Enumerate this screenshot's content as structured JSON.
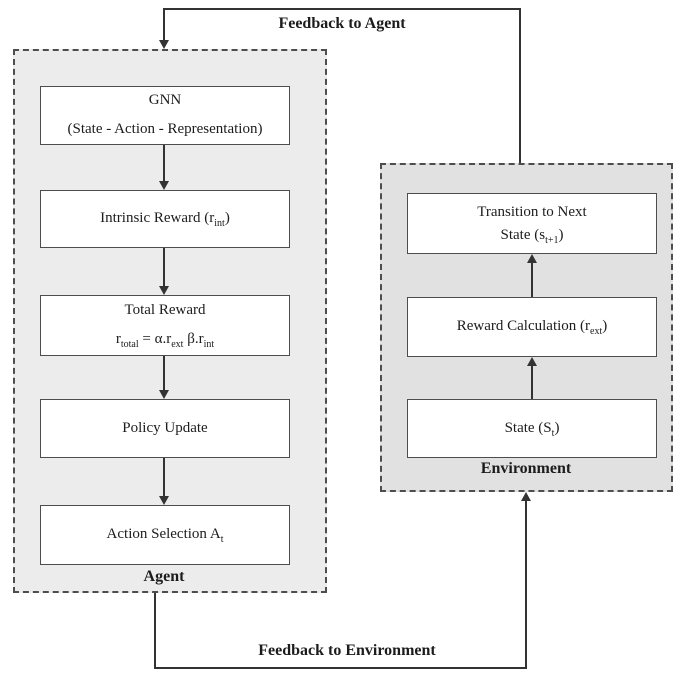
{
  "colors": {
    "line": "#333333",
    "agent_fill": "#ececec",
    "env_fill": "#e1e1e1",
    "box_border": "#4d4d4d",
    "text": "#1c1c1c"
  },
  "feedback": {
    "top_label": "Feedback to Agent",
    "bottom_label": "Feedback to Environment"
  },
  "agent": {
    "label": "Agent",
    "gnn_line1": "GNN",
    "gnn_line2": "(State - Action - Representation)",
    "intrinsic_pre": "Intrinsic Reward (r",
    "intrinsic_sub": "int",
    "intrinsic_post": ")",
    "total_title": "Total Reward",
    "total_f_base1": "r",
    "total_f_sub1": "total",
    "total_f_mid1": " = α.r",
    "total_f_sub2": "ext",
    "total_f_mid2": " β.r",
    "total_f_sub3": "int",
    "policy_label": "Policy Update",
    "action_pre": "Action Selection A",
    "action_sub": "t"
  },
  "environment": {
    "label": "Environment",
    "transition_line1": "Transition to Next",
    "transition_pre": "State (s",
    "transition_sub": "t+1",
    "transition_post": ")",
    "reward_pre": "Reward Calculation (r",
    "reward_sub": "ext",
    "reward_post": ")",
    "state_pre": "State (S",
    "state_sub": "t",
    "state_post": ")"
  }
}
